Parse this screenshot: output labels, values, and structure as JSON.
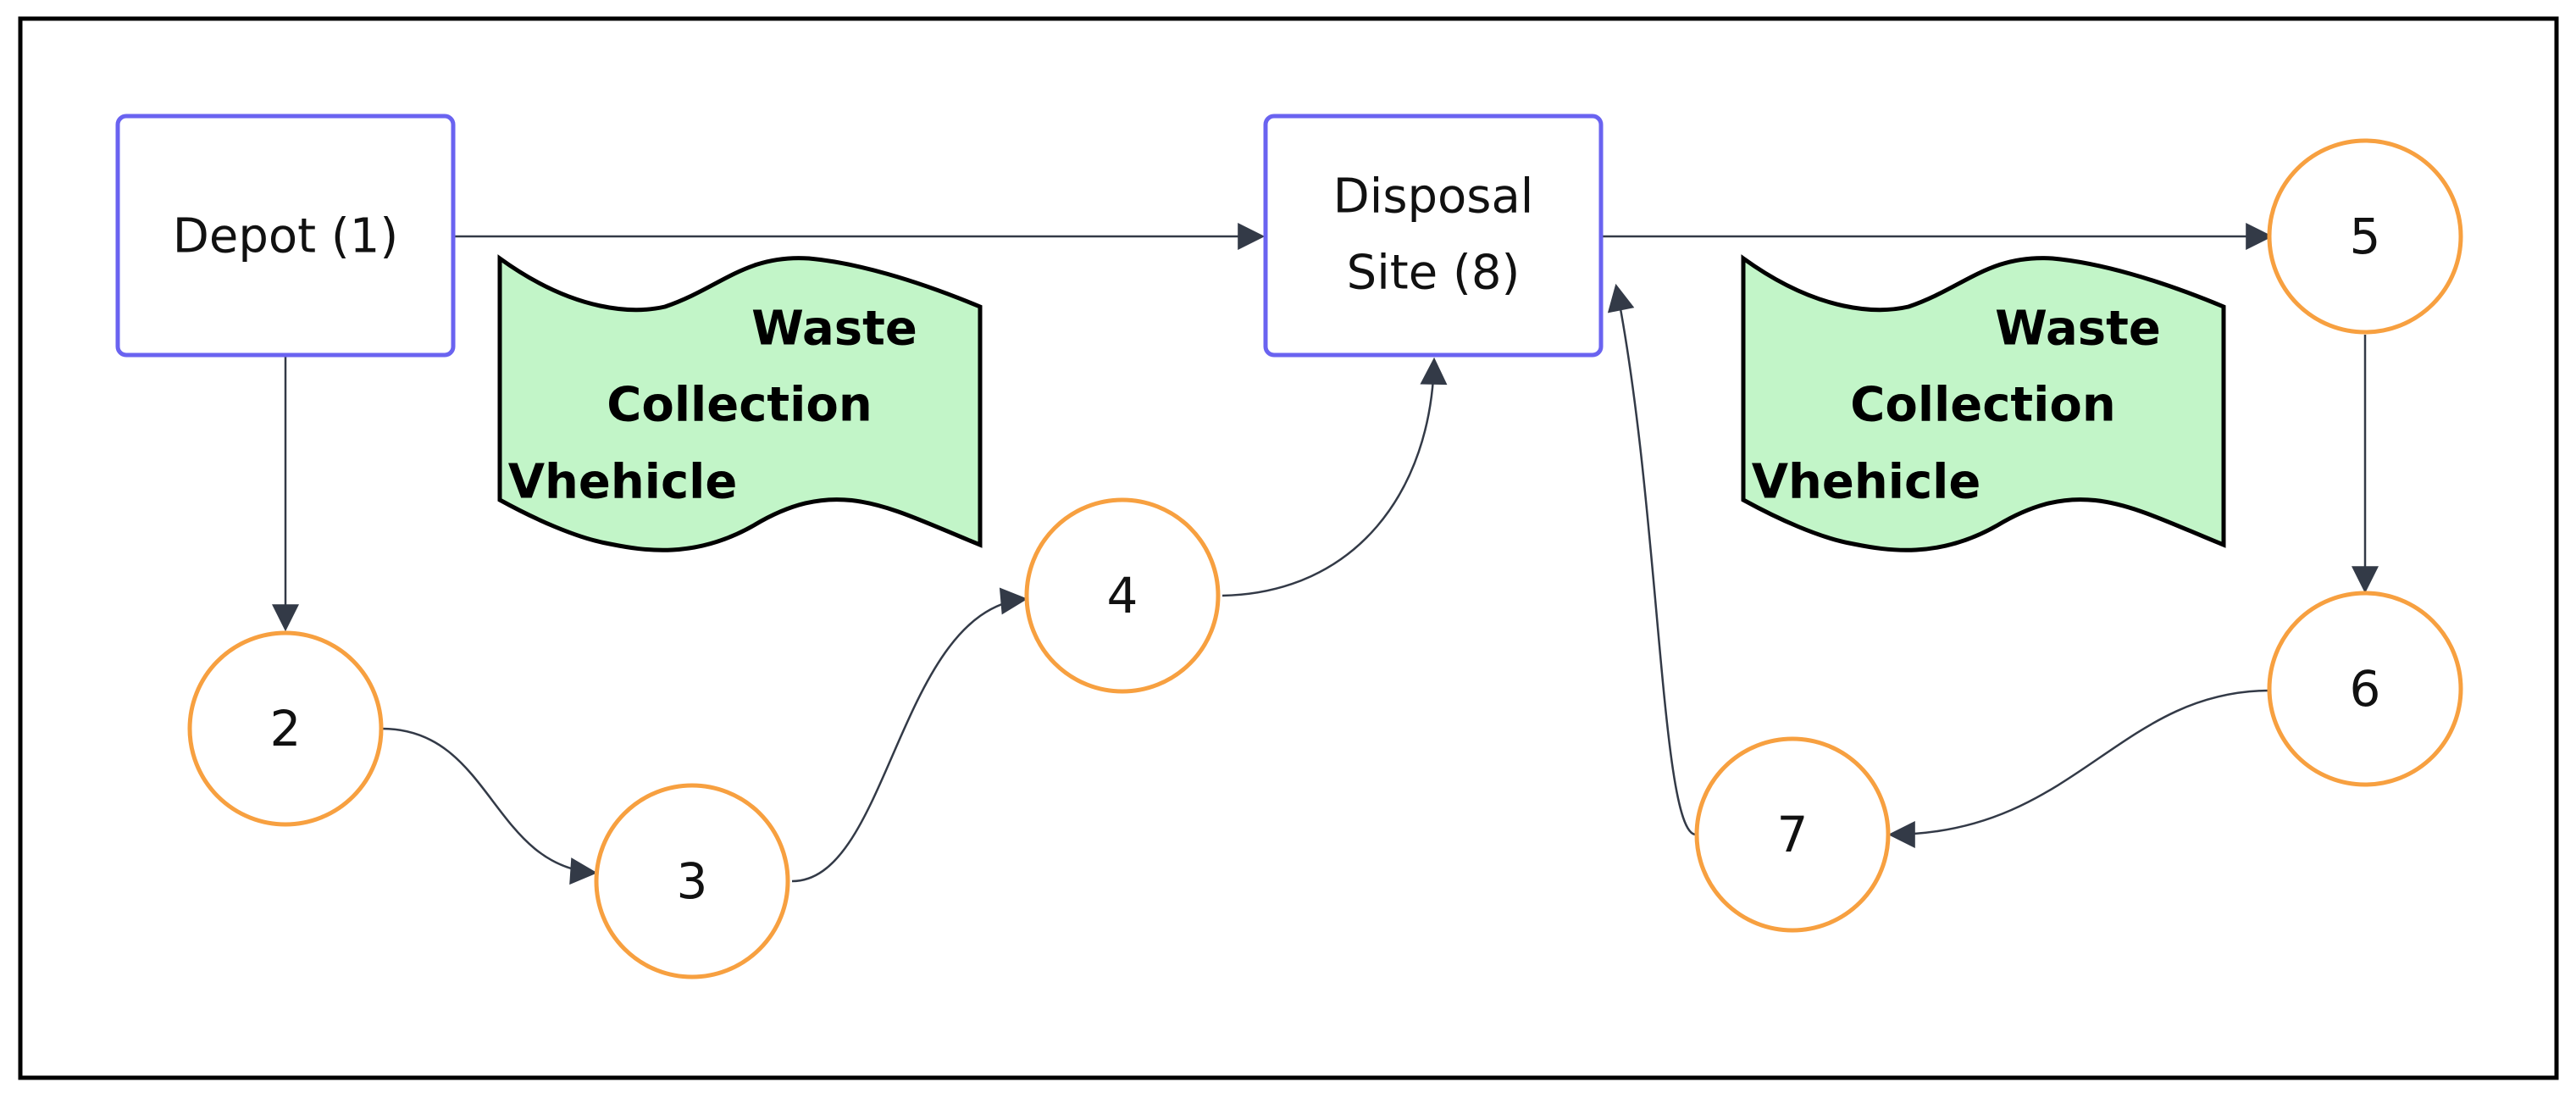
{
  "diagram": {
    "nodes": {
      "depot": {
        "label": "Depot (1)"
      },
      "disposal": {
        "label_line1": "Disposal",
        "label_line2": "Site (8)"
      },
      "n2": {
        "label": "2"
      },
      "n3": {
        "label": "3"
      },
      "n4": {
        "label": "4"
      },
      "n5": {
        "label": "5"
      },
      "n6": {
        "label": "6"
      },
      "n7": {
        "label": "7"
      }
    },
    "flags": [
      {
        "line1": "Waste",
        "line2": "Collection",
        "line3": "Vhehicle"
      },
      {
        "line1": "Waste",
        "line2": "Collection",
        "line3": "Vhehicle"
      }
    ],
    "edges": [
      {
        "from": "Depot (1)",
        "to": "Disposal Site (8)"
      },
      {
        "from": "Depot (1)",
        "to": "2"
      },
      {
        "from": "2",
        "to": "3"
      },
      {
        "from": "3",
        "to": "4"
      },
      {
        "from": "4",
        "to": "Disposal Site (8)"
      },
      {
        "from": "Disposal Site (8)",
        "to": "5"
      },
      {
        "from": "5",
        "to": "6"
      },
      {
        "from": "6",
        "to": "7"
      },
      {
        "from": "7",
        "to": "Disposal Site (8)"
      }
    ],
    "colors": {
      "rect_stroke": "#6a63f0",
      "circle_stroke": "#f7a040",
      "flag_fill": "#c2f5c8",
      "edge": "#333a47",
      "frame": "#000000"
    }
  }
}
